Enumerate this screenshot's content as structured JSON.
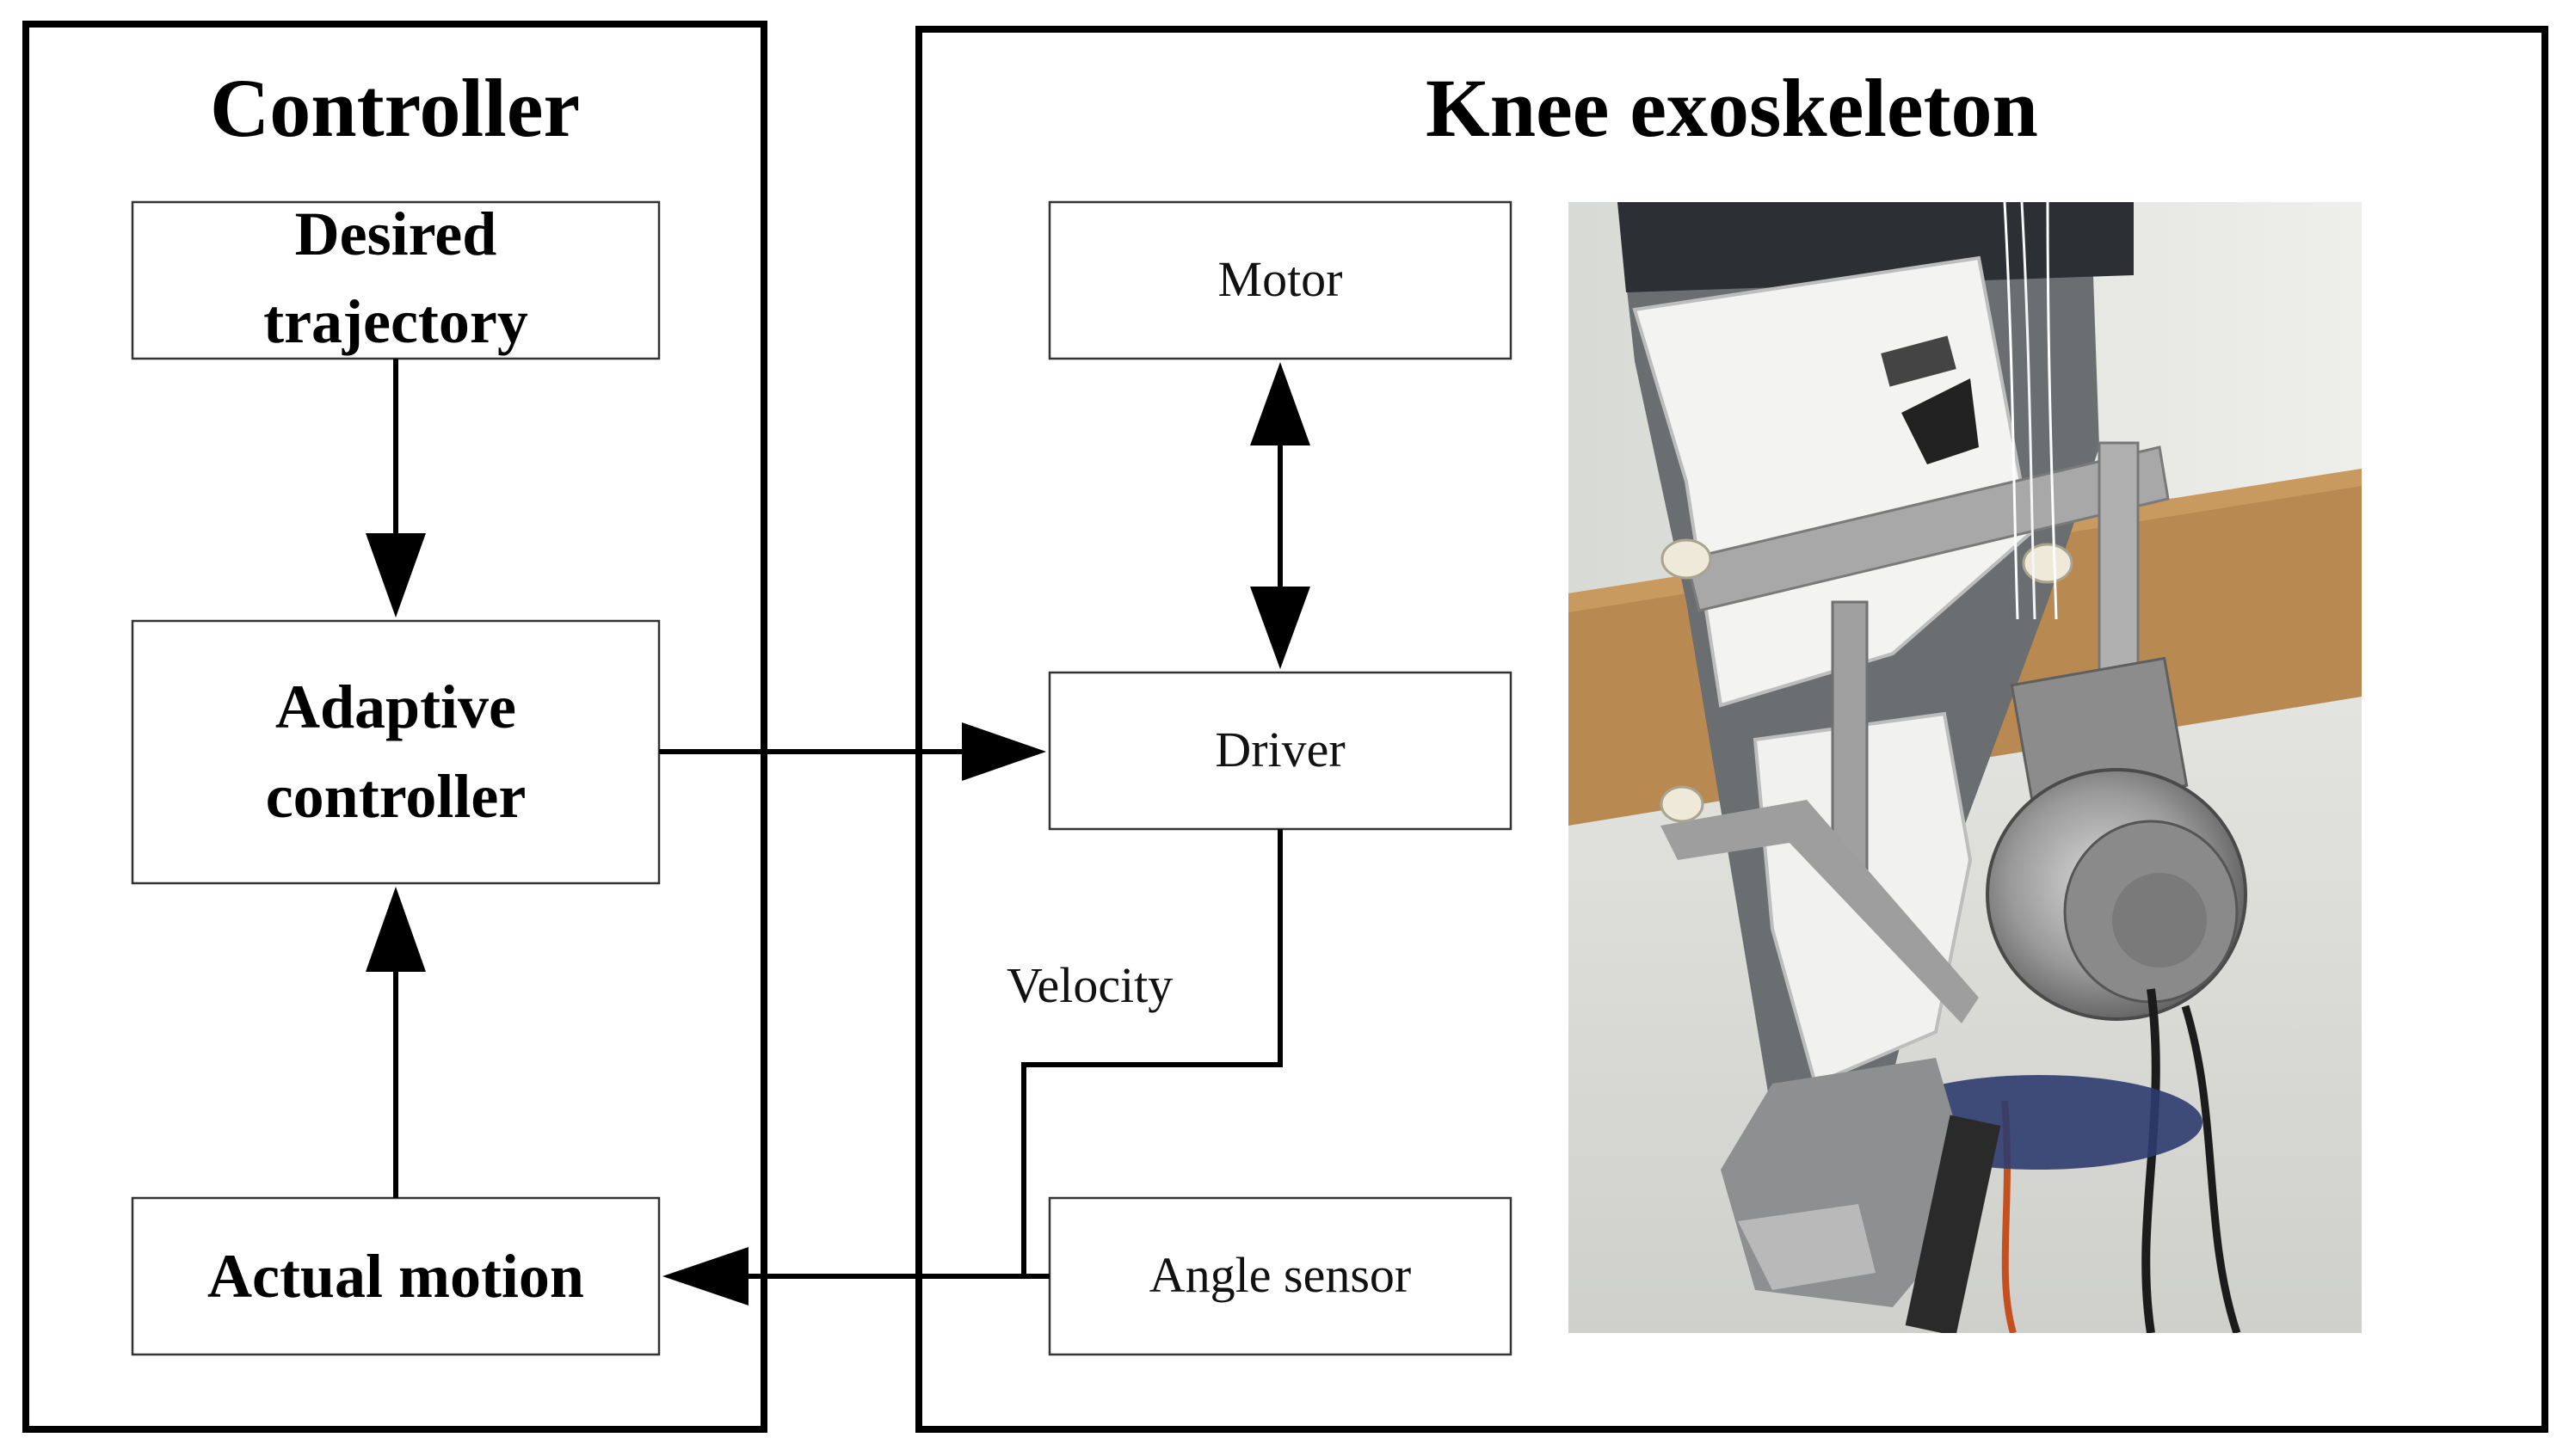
{
  "controller": {
    "title": "Controller",
    "desired_line1": "Desired",
    "desired_line2": "trajectory",
    "adaptive_line1": "Adaptive",
    "adaptive_line2": "controller",
    "actual": "Actual motion"
  },
  "exoskeleton": {
    "title": "Knee exoskeleton",
    "motor": "Motor",
    "driver": "Driver",
    "angle_sensor": "Angle sensor",
    "velocity": "Velocity",
    "photo": "knee-exoskeleton-photo"
  },
  "colors": {
    "stroke": "#000000",
    "box_border": "#333333",
    "background": "#ffffff"
  }
}
